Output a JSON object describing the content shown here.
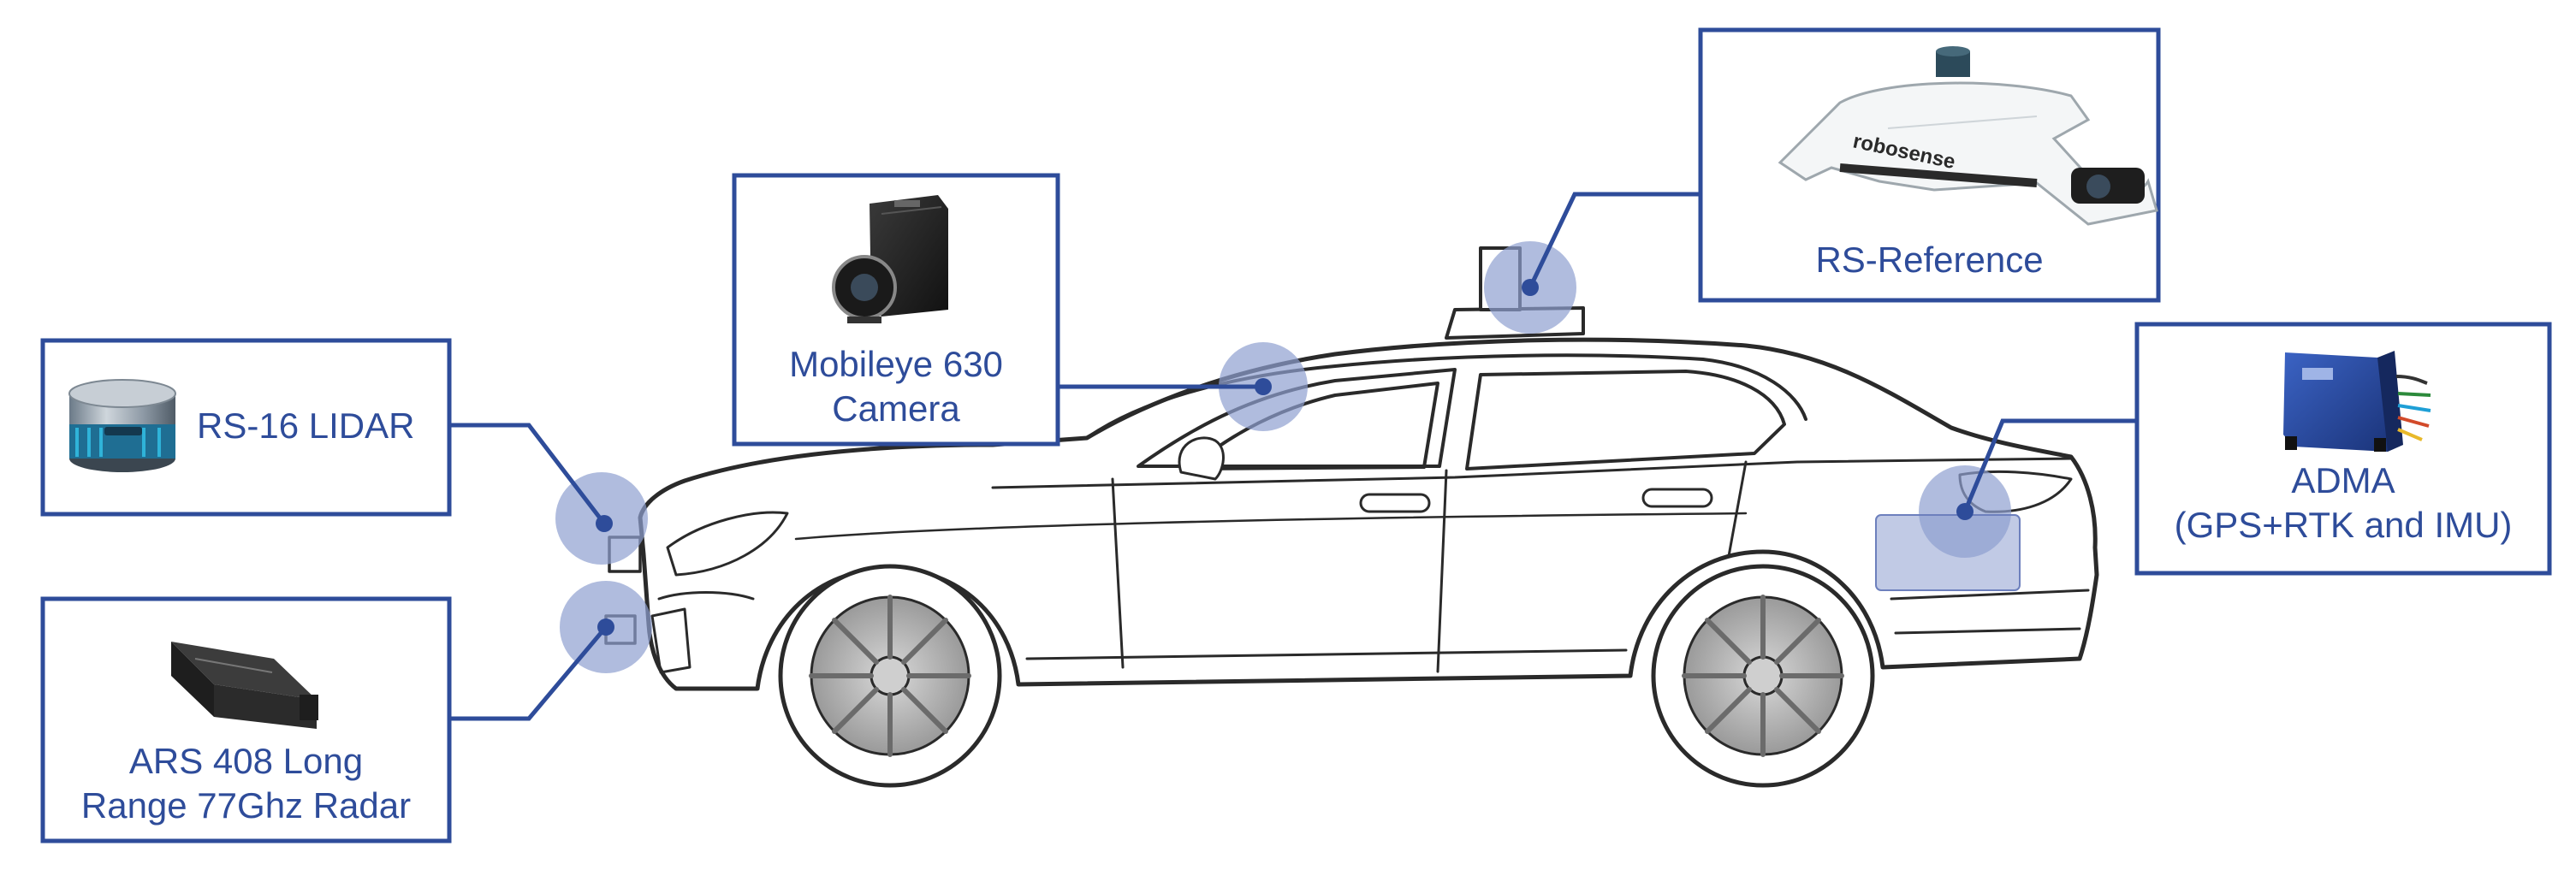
{
  "colors": {
    "accent": "#2e4c9a",
    "highlight": "#8e9fd0",
    "car_outline": "#2a2a2a"
  },
  "sensors": [
    {
      "id": "rs16",
      "label_lines": [
        "RS-16 LIDAR"
      ],
      "icon": "lidar-icon"
    },
    {
      "id": "ars408",
      "label_lines": [
        "ARS 408 Long",
        "Range 77Ghz Radar"
      ],
      "icon": "radar-icon"
    },
    {
      "id": "mobileye",
      "label_lines": [
        "Mobileye 630",
        "Camera"
      ],
      "icon": "camera-icon"
    },
    {
      "id": "rsref",
      "label_lines": [
        "RS-Reference"
      ],
      "icon": "roof-sensor-rig-icon",
      "logo_text": "robosense"
    },
    {
      "id": "adma",
      "label_lines": [
        "ADMA",
        "(GPS+RTK and IMU)"
      ],
      "icon": "adma-unit-icon"
    }
  ]
}
